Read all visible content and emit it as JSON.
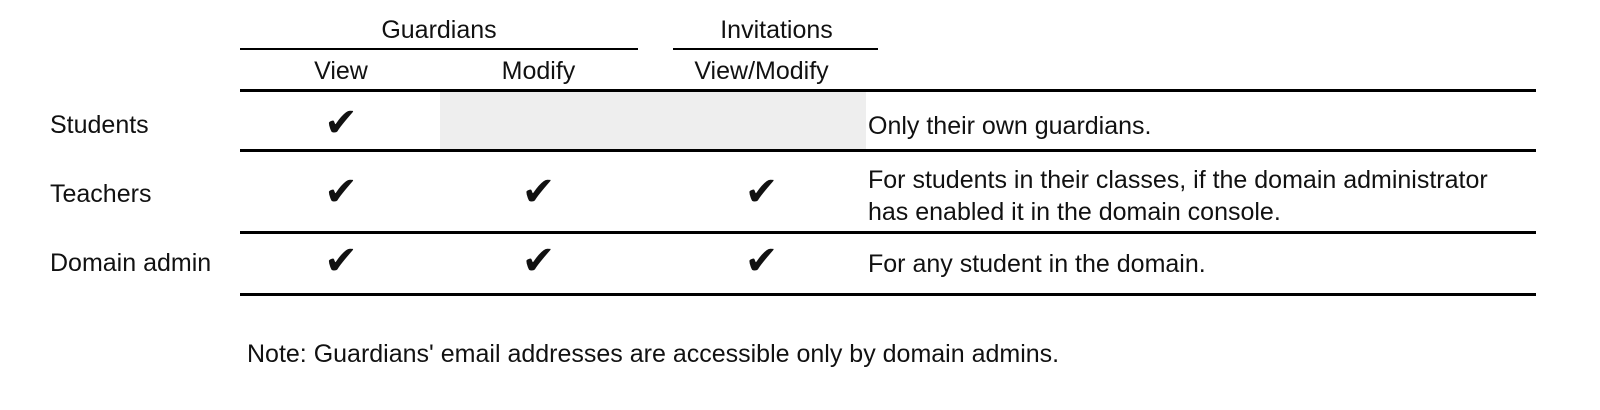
{
  "table": {
    "column_groups": [
      {
        "label": "Guardians",
        "span": 2
      },
      {
        "label": "Invitations",
        "span": 1
      }
    ],
    "column_headers": [
      "View",
      "Modify",
      "View/Modify"
    ],
    "row_label_header": "",
    "description_header": "",
    "check_glyph": "✔",
    "rows": [
      {
        "label": "Students",
        "guardians_view": "✔",
        "guardians_modify": "",
        "invitations_view_modify": "",
        "description": "Only their own guardians."
      },
      {
        "label": "Teachers",
        "guardians_view": "✔",
        "guardians_modify": "✔",
        "invitations_view_modify": "✔",
        "description": "For students in their classes, if the domain administrator has enabled it in the domain console."
      },
      {
        "label": "Domain admin",
        "guardians_view": "✔",
        "guardians_modify": "✔",
        "invitations_view_modify": "✔",
        "description": "For any student in the domain."
      }
    ]
  },
  "note": "Note: Guardians' email addresses are accessible only by domain admins.",
  "colors": {
    "rule": "#000000",
    "shaded_cell": "#eeeeee",
    "text": "#111111",
    "background": "#ffffff"
  }
}
